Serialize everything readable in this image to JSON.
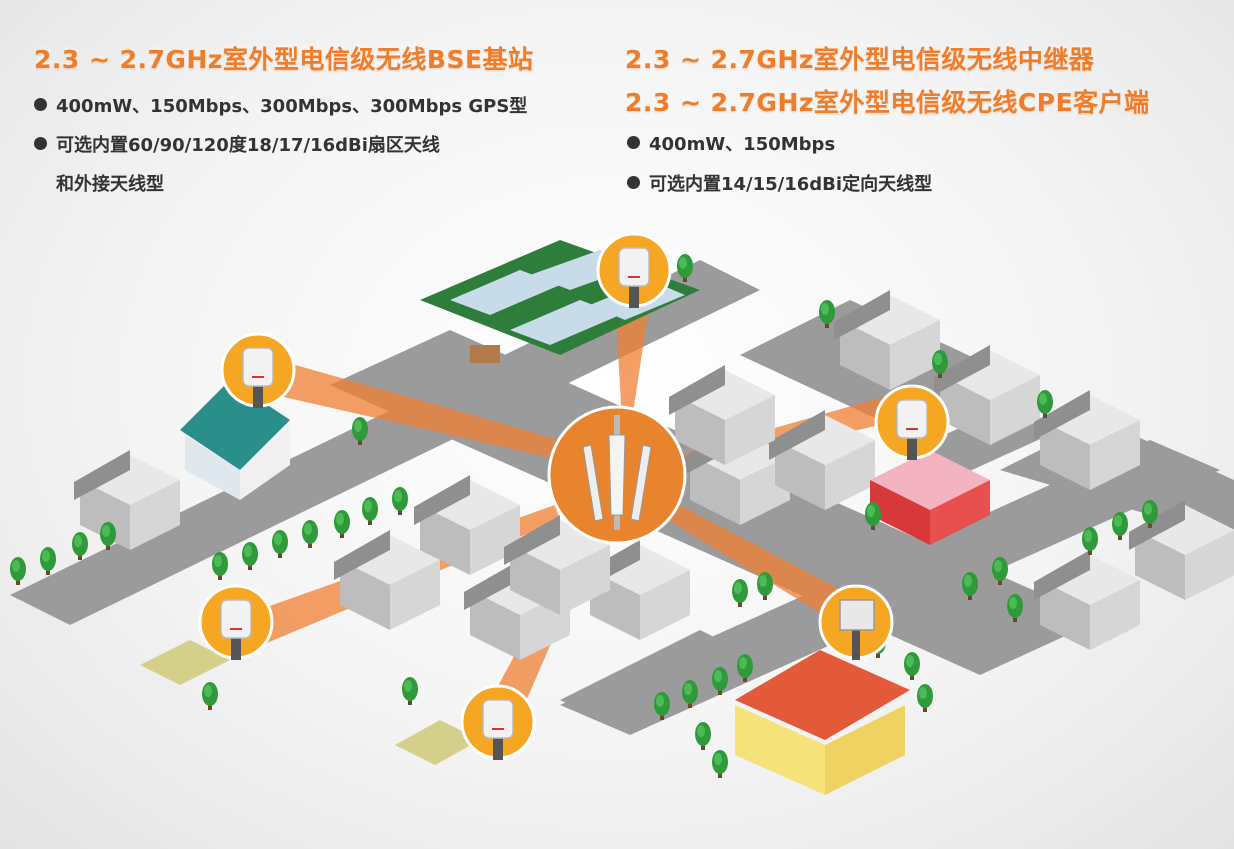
{
  "left": {
    "title": "2.3 ~ 2.7GHz室外型电信级无线BSE基站",
    "bullets": [
      "400mW、150Mbps、300Mbps、300Mbps GPS型",
      "可选内置60/90/120度18/17/16dBi扇区天线"
    ],
    "bullet2_cont": "和外接天线型"
  },
  "right": {
    "title1": "2.3 ~ 2.7GHz室外型电信级无线中继器",
    "title2": "2.3 ~ 2.7GHz室外型电信级无线CPE客户端",
    "bullets": [
      "400mW、150Mbps",
      "可选内置14/15/16dBi定向天线型"
    ]
  },
  "colors": {
    "accent": "#f07d2a",
    "road": "#9a9a9a",
    "hub": "#e8832e"
  },
  "scene": {
    "hub_icon": "sector-antenna-icon",
    "remote_icons": [
      "cpe-device-icon",
      "cpe-device-icon",
      "cpe-device-icon",
      "panel-antenna-icon",
      "cpe-device-icon",
      "cpe-device-icon"
    ]
  }
}
